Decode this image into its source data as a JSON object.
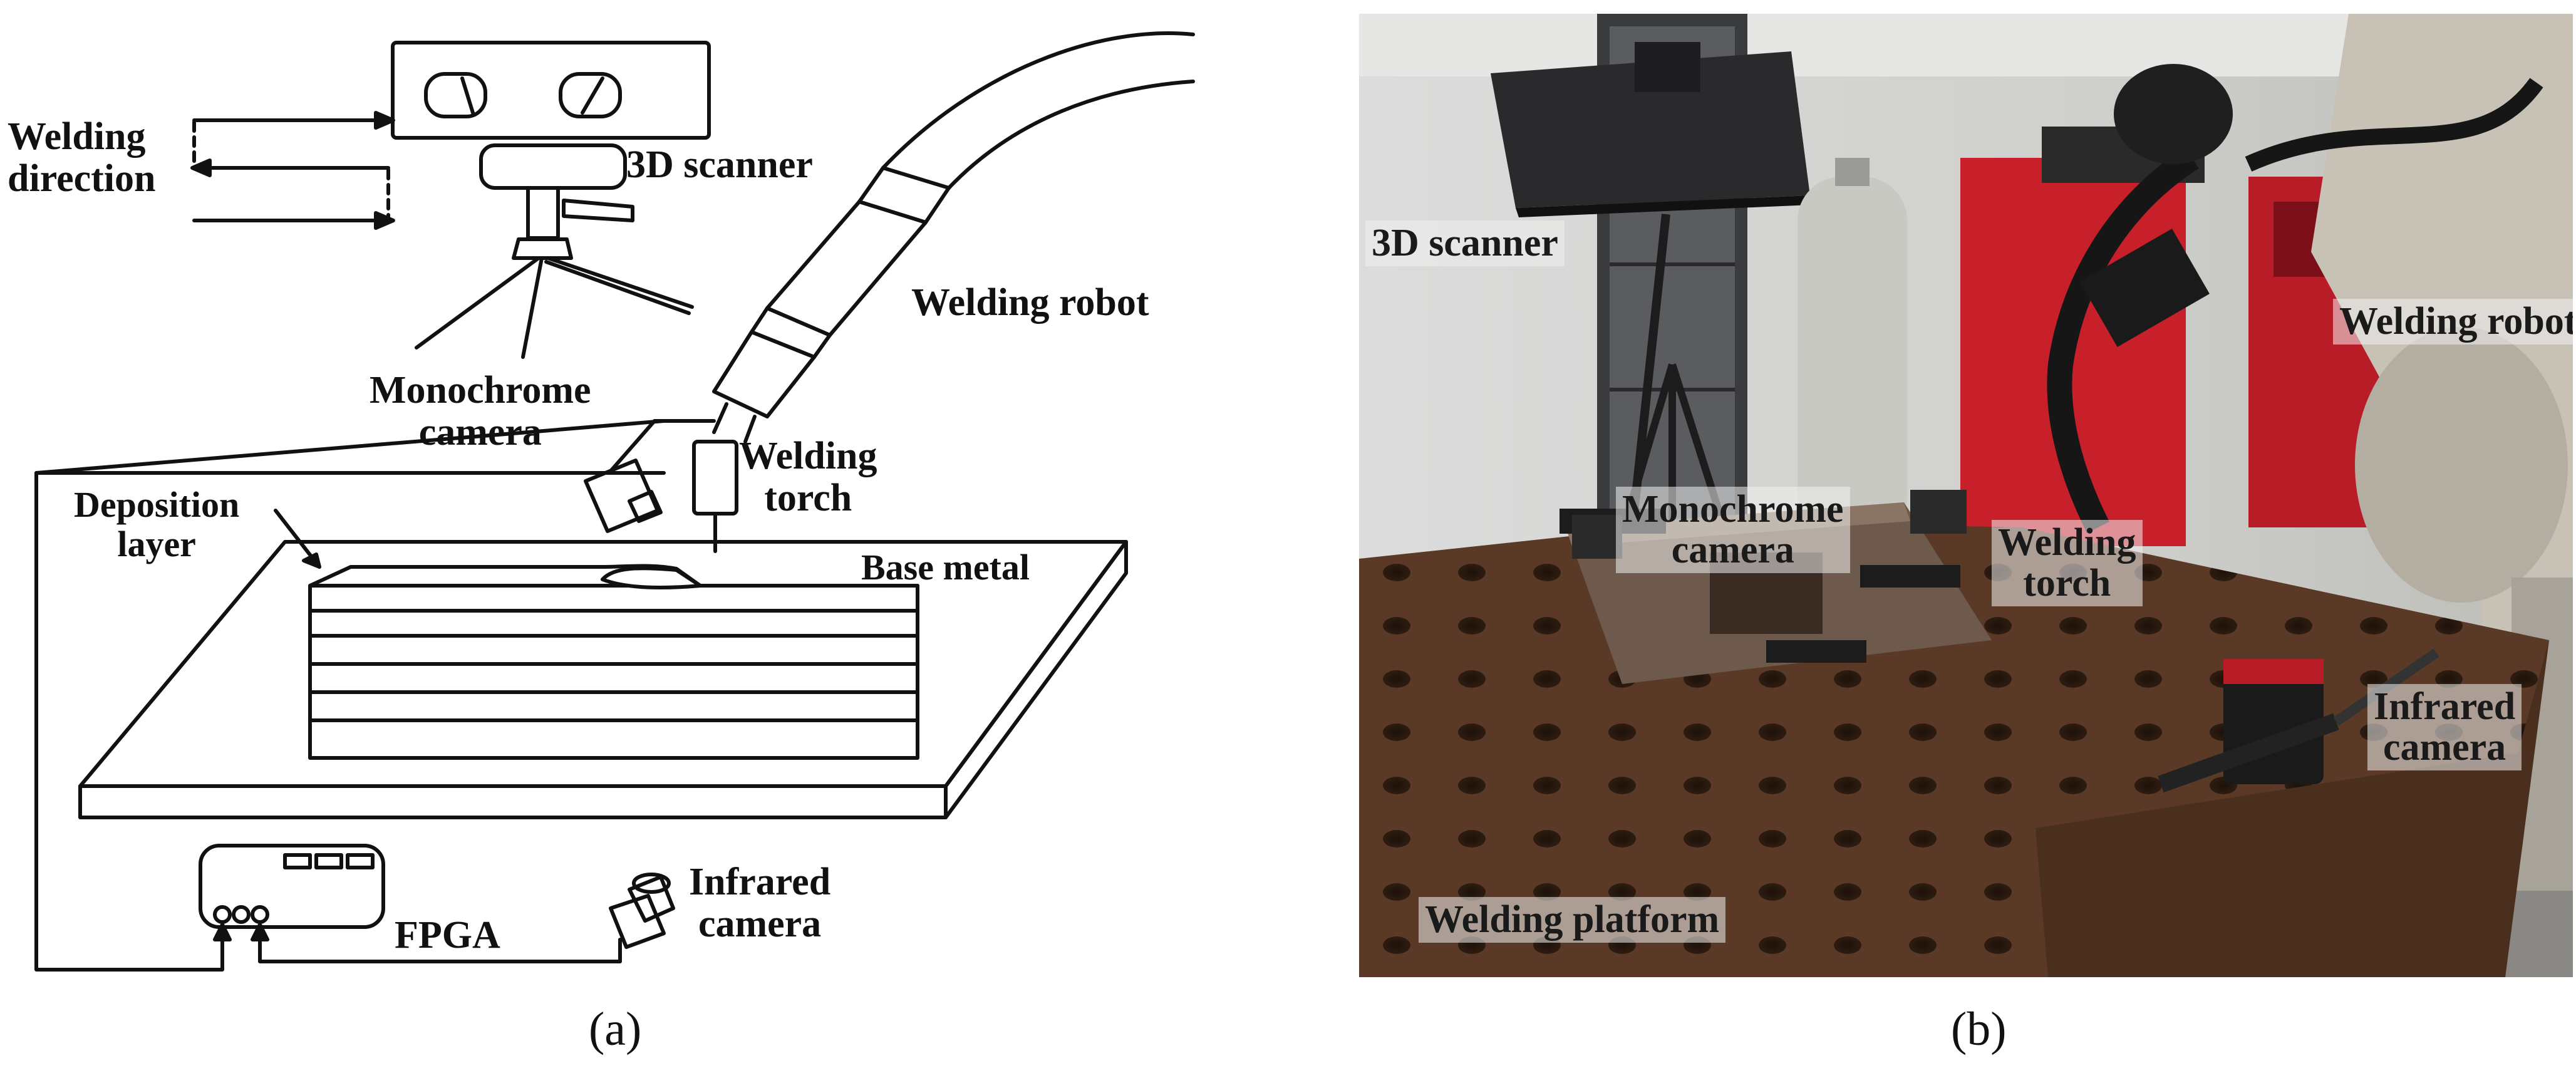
{
  "panel_a": {
    "caption": "(a)",
    "labels": {
      "welding_direction": "Welding\ndirection",
      "scanner": "3D scanner",
      "welding_robot": "Welding robot",
      "monochrome_camera": "Monochrome\ncamera",
      "welding_torch": "Welding\ntorch",
      "deposition_layer": "Deposition\nlayer",
      "base_metal": "Base metal",
      "fpga": "FPGA",
      "infrared_camera": "Infrared\ncamera"
    }
  },
  "panel_b": {
    "caption": "(b)",
    "labels": {
      "scanner": "3D scanner",
      "welding_robot": "Welding robot",
      "monochrome_camera": "Monochrome\ncamera",
      "welding_torch": "Welding\ntorch",
      "infrared_camera": "Infrared\ncamera",
      "welding_platform": "Welding platform"
    }
  },
  "colors": {
    "line": "#111111",
    "platform": "#5a3a26",
    "machine_red": "#c8202a"
  }
}
